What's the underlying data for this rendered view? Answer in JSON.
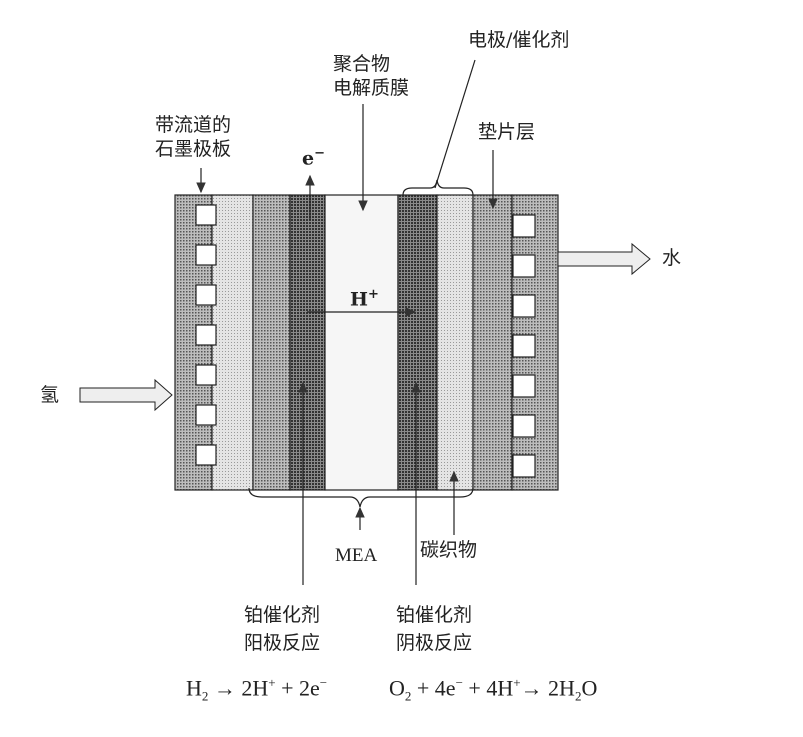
{
  "labels": {
    "graphite_plate": [
      "带流道的",
      "石墨极板"
    ],
    "electron": "e",
    "electron_sup": "−",
    "membrane": [
      "聚合物",
      "电解质膜"
    ],
    "electrode_catalyst": "电极/催化剂",
    "gasket": "垫片层",
    "water": "水",
    "hydrogen": "氢",
    "proton": "H",
    "proton_sup": "+",
    "mea": "MEA",
    "carbon_cloth": "碳织物",
    "anode": [
      "铂催化剂",
      "阳极反应"
    ],
    "cathode": [
      "铂催化剂",
      "阴极反应"
    ]
  },
  "equations": {
    "anode": {
      "a": "H",
      "a_sub": "2",
      "b": " → 2H",
      "b_sup": "+",
      "c": " + 2e",
      "c_sup": "−"
    },
    "cathode": {
      "a": "O",
      "a_sub": "2",
      "b": " + 4e",
      "b_sup": "−",
      "c": " +  4H",
      "c_sup": "+",
      "d": "→  2H",
      "d_sub": "2",
      "e": "O"
    }
  },
  "colors": {
    "plate": "#8a8a8a",
    "dark": "#6e6e6e",
    "medium": "#9d9d9d",
    "light": "#d0d0d0",
    "membrane": "#f4f4f4"
  }
}
